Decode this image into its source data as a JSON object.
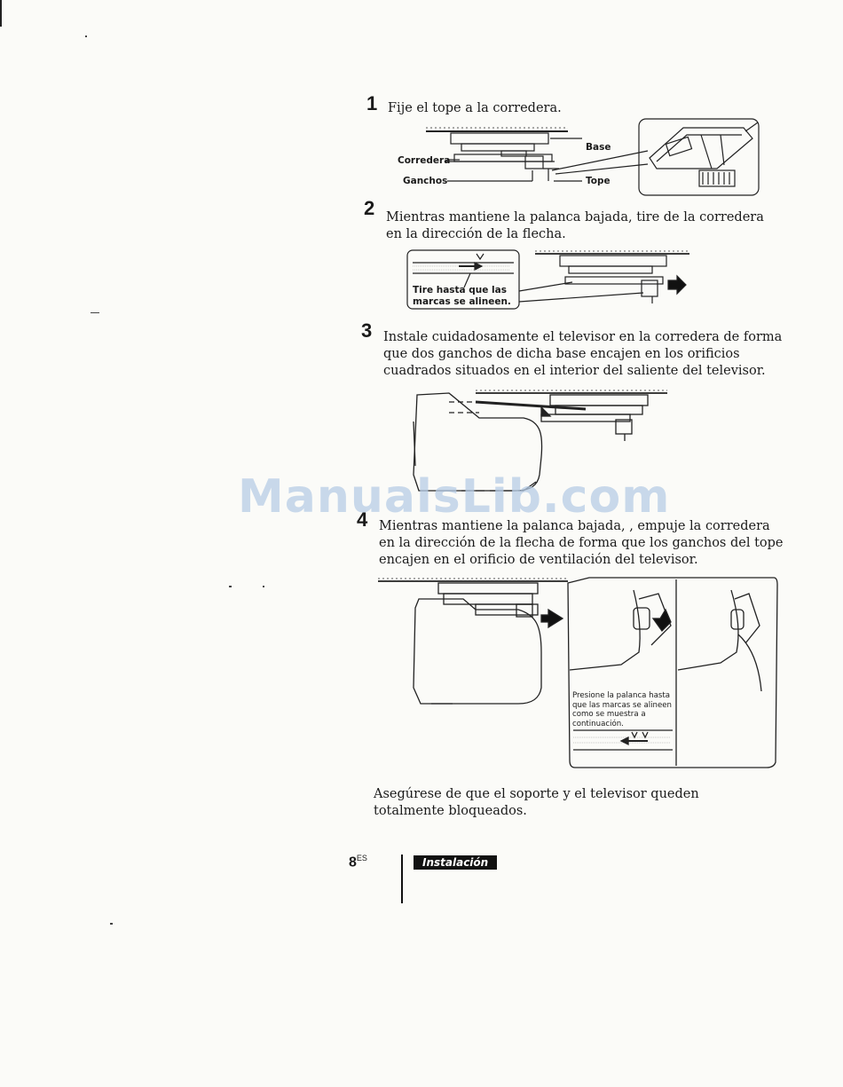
{
  "steps": [
    {
      "number": "1",
      "text": "Fije el tope a la corredera."
    },
    {
      "number": "2",
      "text": "Mientras mantiene la palanca bajada, tire de la corredera en la dirección de la flecha."
    },
    {
      "number": "3",
      "text": "Instale cuidadosamente el televisor en la corredera de forma que dos ganchos de dicha base encajen en los orificios cuadrados situados en el interior del saliente del televisor."
    },
    {
      "number": "4",
      "text": "Mientras mantiene la palanca bajada, , empuje la corredera en la dirección de la flecha de forma que los ganchos del tope encajen en el orificio de ventilación del televisor."
    }
  ],
  "fig1": {
    "base": "Base",
    "corredera": "Corredera",
    "ganchos": "Ganchos",
    "tope": "Tope"
  },
  "fig2": {
    "callout": "Tire hasta que las marcas se alineen."
  },
  "fig4": {
    "callout": "Presione la palanca hasta que las marcas se alineen como se muestra a continuación."
  },
  "closing": "Asegúrese de que el soporte y el televisor queden totalmente bloqueados.",
  "footer": {
    "page": "8",
    "page_suffix": "ES",
    "section": "Instalación"
  },
  "watermark": "ManualsLib.com"
}
